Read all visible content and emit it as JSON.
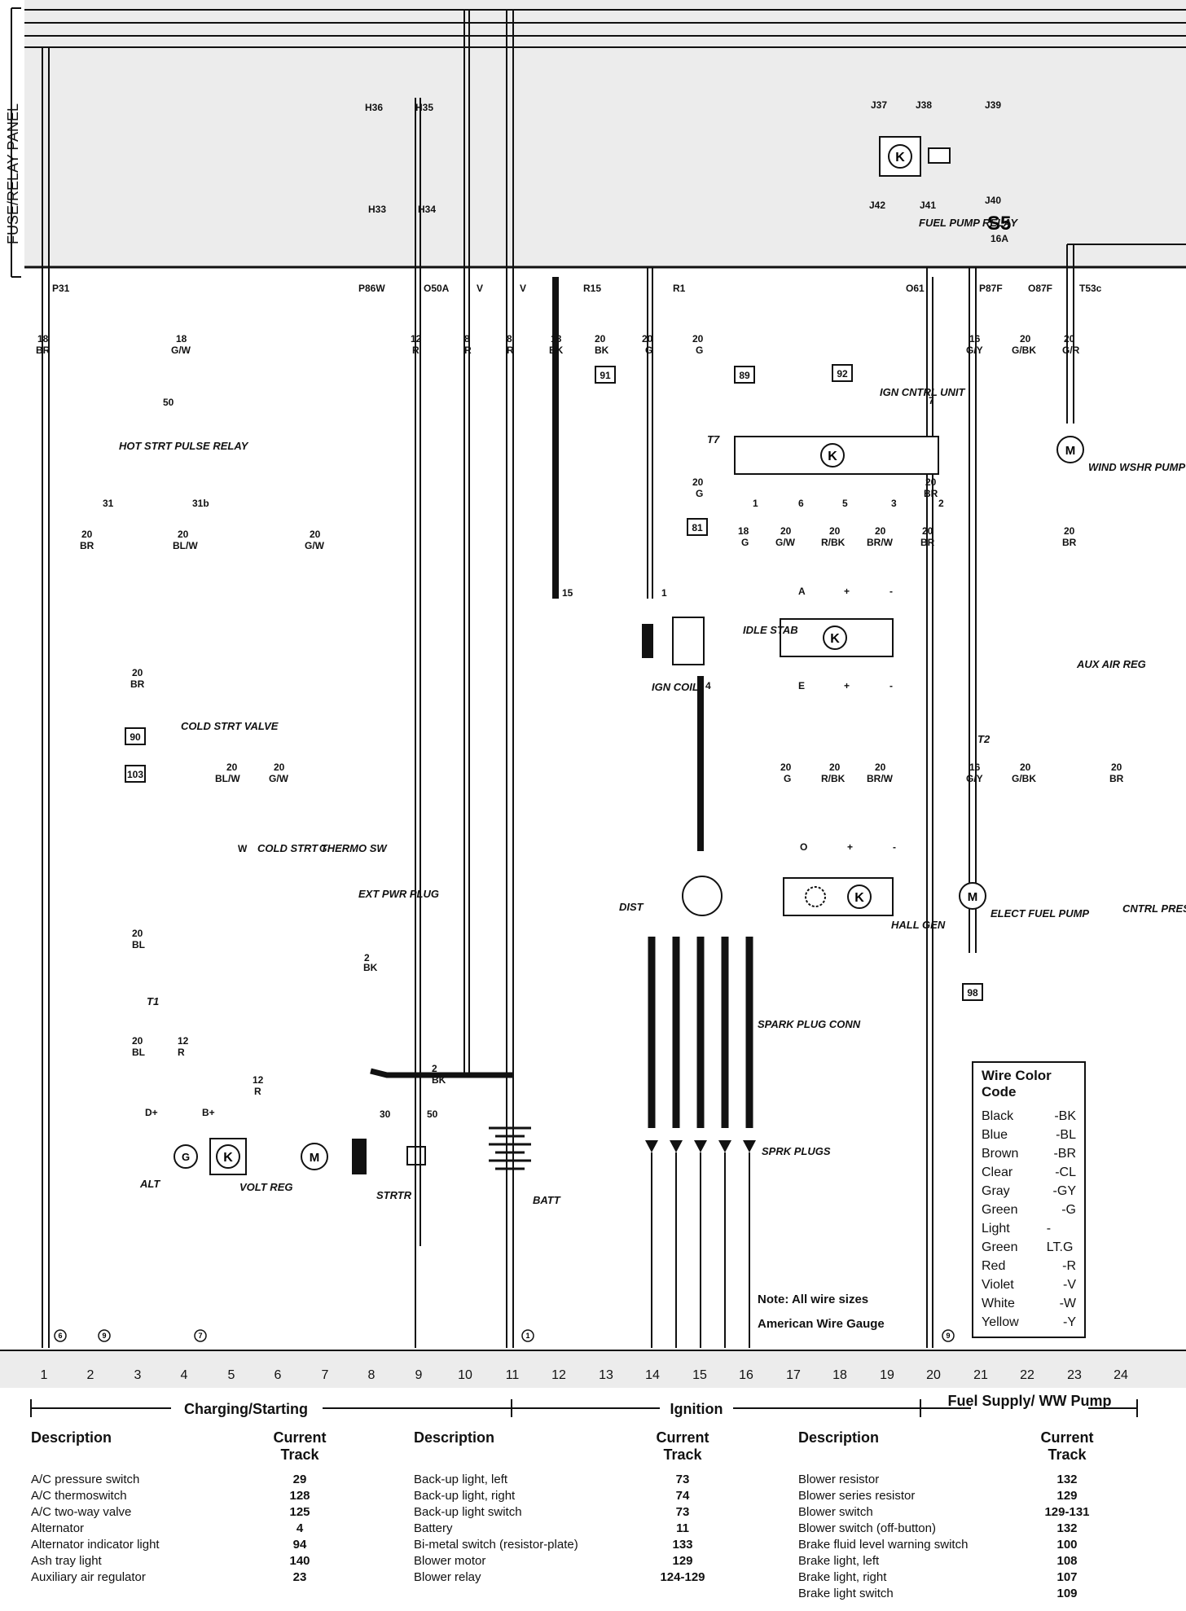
{
  "panel_label": "FUSE/RELAY PANEL",
  "terminals": {
    "top": [
      "P31",
      "P86W",
      "O50A",
      "V",
      "V",
      "R15",
      "R1",
      "O61",
      "P87F",
      "O87F",
      "T53c"
    ],
    "panel": [
      "H36",
      "H35",
      "H33",
      "H34",
      "J37",
      "J38",
      "J39",
      "J42",
      "J41",
      "J40"
    ],
    "fuse": "S5",
    "fuse_rating": "16A"
  },
  "connectors": [
    "91",
    "89",
    "81",
    "92",
    "90",
    "103",
    "98"
  ],
  "connector_pins": [
    "T7",
    "T1",
    "T2"
  ],
  "components": {
    "fuel_pump_relay": "FUEL PUMP RELAY",
    "ign_cntrl_unit": "IGN CNTRL UNIT",
    "hot_strt_pulse_relay": "HOT STRT PULSE RELAY",
    "cold_strt_valve": "COLD STRT VALVE",
    "cold_strt_thermo_sw": "COLD STRT THERMO SW",
    "ext_pwr_plug": "EXT PWR PLUG",
    "idle_stab": "IDLE STAB",
    "ign_coil": "IGN COIL",
    "wind_wshr_pump": "WIND WSHR PUMP",
    "aux_air_reg": "AUX AIR REG",
    "dist": "DIST",
    "hall_gen": "HALL GEN",
    "elect_fuel_pump": "ELECT FUEL PUMP",
    "cntrl_press_reg": "CNTRL PRESS REG",
    "spark_plug_conn": "SPARK PLUG CONN",
    "sprk_plugs": "SPRK PLUGS",
    "alt": "ALT",
    "volt_reg": "VOLT REG",
    "strtr": "STRTR",
    "batt": "BATT"
  },
  "wires": [
    {
      "size": "18",
      "color": "BR"
    },
    {
      "size": "18",
      "color": "G/W"
    },
    {
      "size": "12",
      "color": "R"
    },
    {
      "size": "8",
      "color": "R"
    },
    {
      "size": "8",
      "color": "R"
    },
    {
      "size": "18",
      "color": "BK"
    },
    {
      "size": "20",
      "color": "BK"
    },
    {
      "size": "20",
      "color": "G"
    },
    {
      "size": "20",
      "color": "G"
    },
    {
      "size": "16",
      "color": "G/Y"
    },
    {
      "size": "20",
      "color": "G/BK"
    },
    {
      "size": "20",
      "color": "G/R"
    },
    {
      "size": "20",
      "color": "BR"
    },
    {
      "size": "20",
      "color": "BL/W"
    },
    {
      "size": "20",
      "color": "G/W"
    },
    {
      "size": "20",
      "color": "BR"
    },
    {
      "size": "20",
      "color": "G"
    },
    {
      "size": "18",
      "color": "G"
    },
    {
      "size": "20",
      "color": "G/W"
    },
    {
      "size": "20",
      "color": "R/BK"
    },
    {
      "size": "20",
      "color": "BR/W"
    },
    {
      "size": "20",
      "color": "BR"
    },
    {
      "size": "20",
      "color": "BR"
    },
    {
      "size": "20",
      "color": "BL/W"
    },
    {
      "size": "20",
      "color": "G/W"
    },
    {
      "size": "20",
      "color": "G"
    },
    {
      "size": "20",
      "color": "R/BK"
    },
    {
      "size": "20",
      "color": "BR/W"
    },
    {
      "size": "16",
      "color": "G/Y"
    },
    {
      "size": "20",
      "color": "G/BK"
    },
    {
      "size": "20",
      "color": "BR"
    },
    {
      "size": "20",
      "color": "BL"
    },
    {
      "size": "20",
      "color": "BL"
    },
    {
      "size": "12",
      "color": "R"
    },
    {
      "size": "12",
      "color": "R"
    },
    {
      "size": "2",
      "color": "BK"
    },
    {
      "size": "2",
      "color": "BK"
    },
    {
      "size": "20",
      "color": "BR"
    }
  ],
  "pins": [
    "50",
    "31",
    "31b",
    "15",
    "1",
    "4",
    "7",
    "1",
    "6",
    "5",
    "3",
    "2",
    "A",
    "+",
    "-",
    "E",
    "+",
    "-",
    "O",
    "+",
    "-",
    "W",
    "G",
    "D+",
    "B+",
    "30",
    "50"
  ],
  "ground_markers": [
    "6",
    "9",
    "7",
    "1",
    "9"
  ],
  "tracks": [
    "1",
    "2",
    "3",
    "4",
    "5",
    "6",
    "7",
    "8",
    "9",
    "10",
    "11",
    "12",
    "13",
    "14",
    "15",
    "16",
    "17",
    "18",
    "19",
    "20",
    "21",
    "22",
    "23",
    "24"
  ],
  "sections": [
    "Charging/Starting",
    "Ignition",
    "Fuel Supply/ WW Pump"
  ],
  "legend": {
    "title": "Wire Color Code",
    "rows": [
      {
        "name": "Black",
        "code": "-BK"
      },
      {
        "name": "Blue",
        "code": "-BL"
      },
      {
        "name": "Brown",
        "code": "-BR"
      },
      {
        "name": "Clear",
        "code": "-CL"
      },
      {
        "name": "Gray",
        "code": "-GY"
      },
      {
        "name": "Green",
        "code": "-G"
      },
      {
        "name": "Light Green",
        "code": "-LT.G"
      },
      {
        "name": "Red",
        "code": "-R"
      },
      {
        "name": "Violet",
        "code": "-V"
      },
      {
        "name": "White",
        "code": "-W"
      },
      {
        "name": "Yellow",
        "code": "-Y"
      }
    ]
  },
  "notes": [
    "Note: All wire sizes",
    "American Wire Gauge"
  ],
  "description_tables": [
    {
      "header": [
        "Description",
        "Current Track"
      ],
      "rows": [
        [
          "A/C pressure switch",
          "29"
        ],
        [
          "A/C thermoswitch",
          "128"
        ],
        [
          "A/C two-way valve",
          "125"
        ],
        [
          "Alternator",
          "4"
        ],
        [
          "Alternator indicator light",
          "94"
        ],
        [
          "Ash tray light",
          "140"
        ],
        [
          "Auxiliary air regulator",
          "23"
        ]
      ]
    },
    {
      "header": [
        "Description",
        "Current Track"
      ],
      "rows": [
        [
          "Back-up light, left",
          "73"
        ],
        [
          "Back-up light, right",
          "74"
        ],
        [
          "Back-up light switch",
          "73"
        ],
        [
          "Battery",
          "11"
        ],
        [
          "Bi-metal switch (resistor-plate)",
          "133"
        ],
        [
          "Blower motor",
          "129"
        ],
        [
          "Blower relay",
          "124-129"
        ]
      ]
    },
    {
      "header": [
        "Description",
        "Current Track"
      ],
      "rows": [
        [
          "Blower resistor",
          "132"
        ],
        [
          "Blower series resistor",
          "129"
        ],
        [
          "Blower switch",
          "129-131"
        ],
        [
          "Blower switch (off-button)",
          "132"
        ],
        [
          "Brake fluid level warning switch",
          "100"
        ],
        [
          "Brake light, left",
          "108"
        ],
        [
          "Brake light, right",
          "107"
        ],
        [
          "Brake light switch",
          "109"
        ]
      ]
    }
  ]
}
